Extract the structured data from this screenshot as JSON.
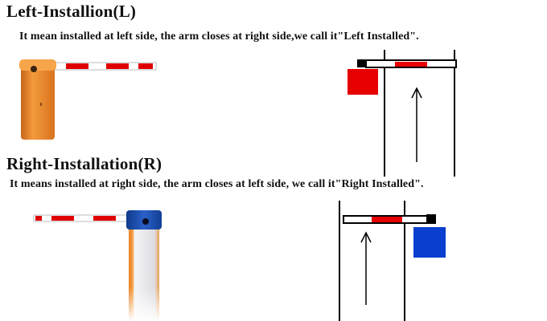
{
  "sections": [
    {
      "title": "Left-Installion(L)",
      "description": "It mean installed at left side, the arm closes at right side,we call it\"Left Installed\"."
    },
    {
      "title": "Right-Installation(R)",
      "description": "It means installed at right side, the arm closes at left side, we call it\"Right Installed\"."
    }
  ],
  "colors": {
    "left_housing": "#e8872a",
    "right_housing": "#1c4fb0",
    "stripe_red": "#e00000",
    "diagram_left_box": "#e60000",
    "diagram_right_box": "#0a3fd0"
  }
}
